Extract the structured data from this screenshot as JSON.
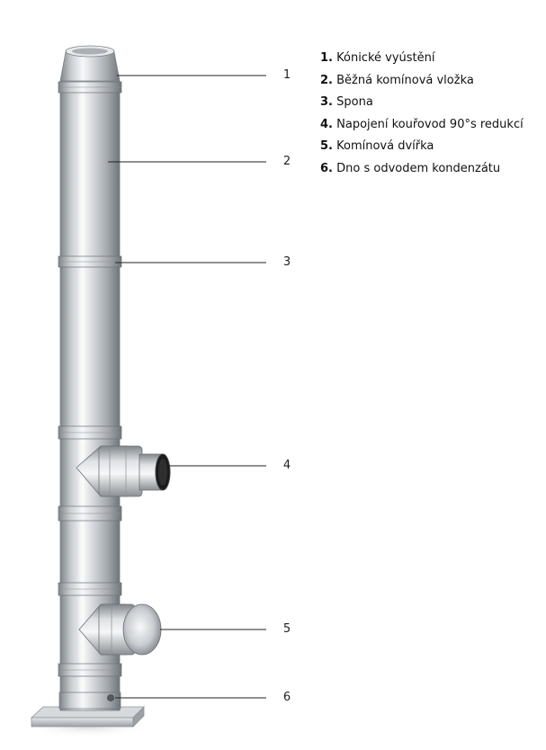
{
  "callouts": [
    "1",
    "2",
    "3",
    "4",
    "5",
    "6"
  ],
  "legend": [
    {
      "num": "1.",
      "label": "Kónické vyústění"
    },
    {
      "num": "2.",
      "label": "Běžná komínová vložka"
    },
    {
      "num": "3.",
      "label": "Spona"
    },
    {
      "num": "4.",
      "label": "Napojení kouřovod 90°s redukcí"
    },
    {
      "num": "5.",
      "label": "Komínová dvířka"
    },
    {
      "num": "6.",
      "label": "Dno s odvodem kondenzátu"
    }
  ],
  "colors": {
    "steel_dark": "#8a8f94",
    "steel_light": "#f4f5f6",
    "steel_mid": "#c4c8cc",
    "pipe_inlet": "#1a1a1a",
    "leader": "#222222"
  }
}
